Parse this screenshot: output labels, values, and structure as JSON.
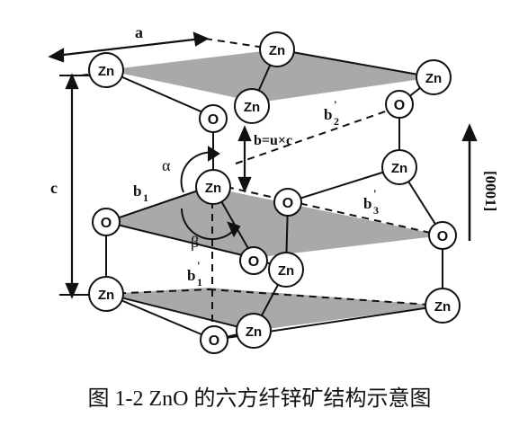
{
  "labels": {
    "a": "a",
    "c": "c",
    "alpha": "α",
    "beta": "β",
    "b_eq": "b=u×c",
    "b1": "b",
    "b1_sub": "1",
    "b1p": "b",
    "b1p_sub": "1",
    "b2p": "b",
    "b2p_sub": "2",
    "b3p": "b",
    "b3p_sub": "3",
    "prime": "'",
    "direction": "[0001]"
  },
  "atoms": {
    "zn": "Zn",
    "o": "O"
  },
  "caption": "图 1-2 ZnO 的六方纤锌矿结构示意图",
  "colors": {
    "plane": "#9a9a9a",
    "line": "#111111",
    "atom_fill": "#ffffff"
  }
}
